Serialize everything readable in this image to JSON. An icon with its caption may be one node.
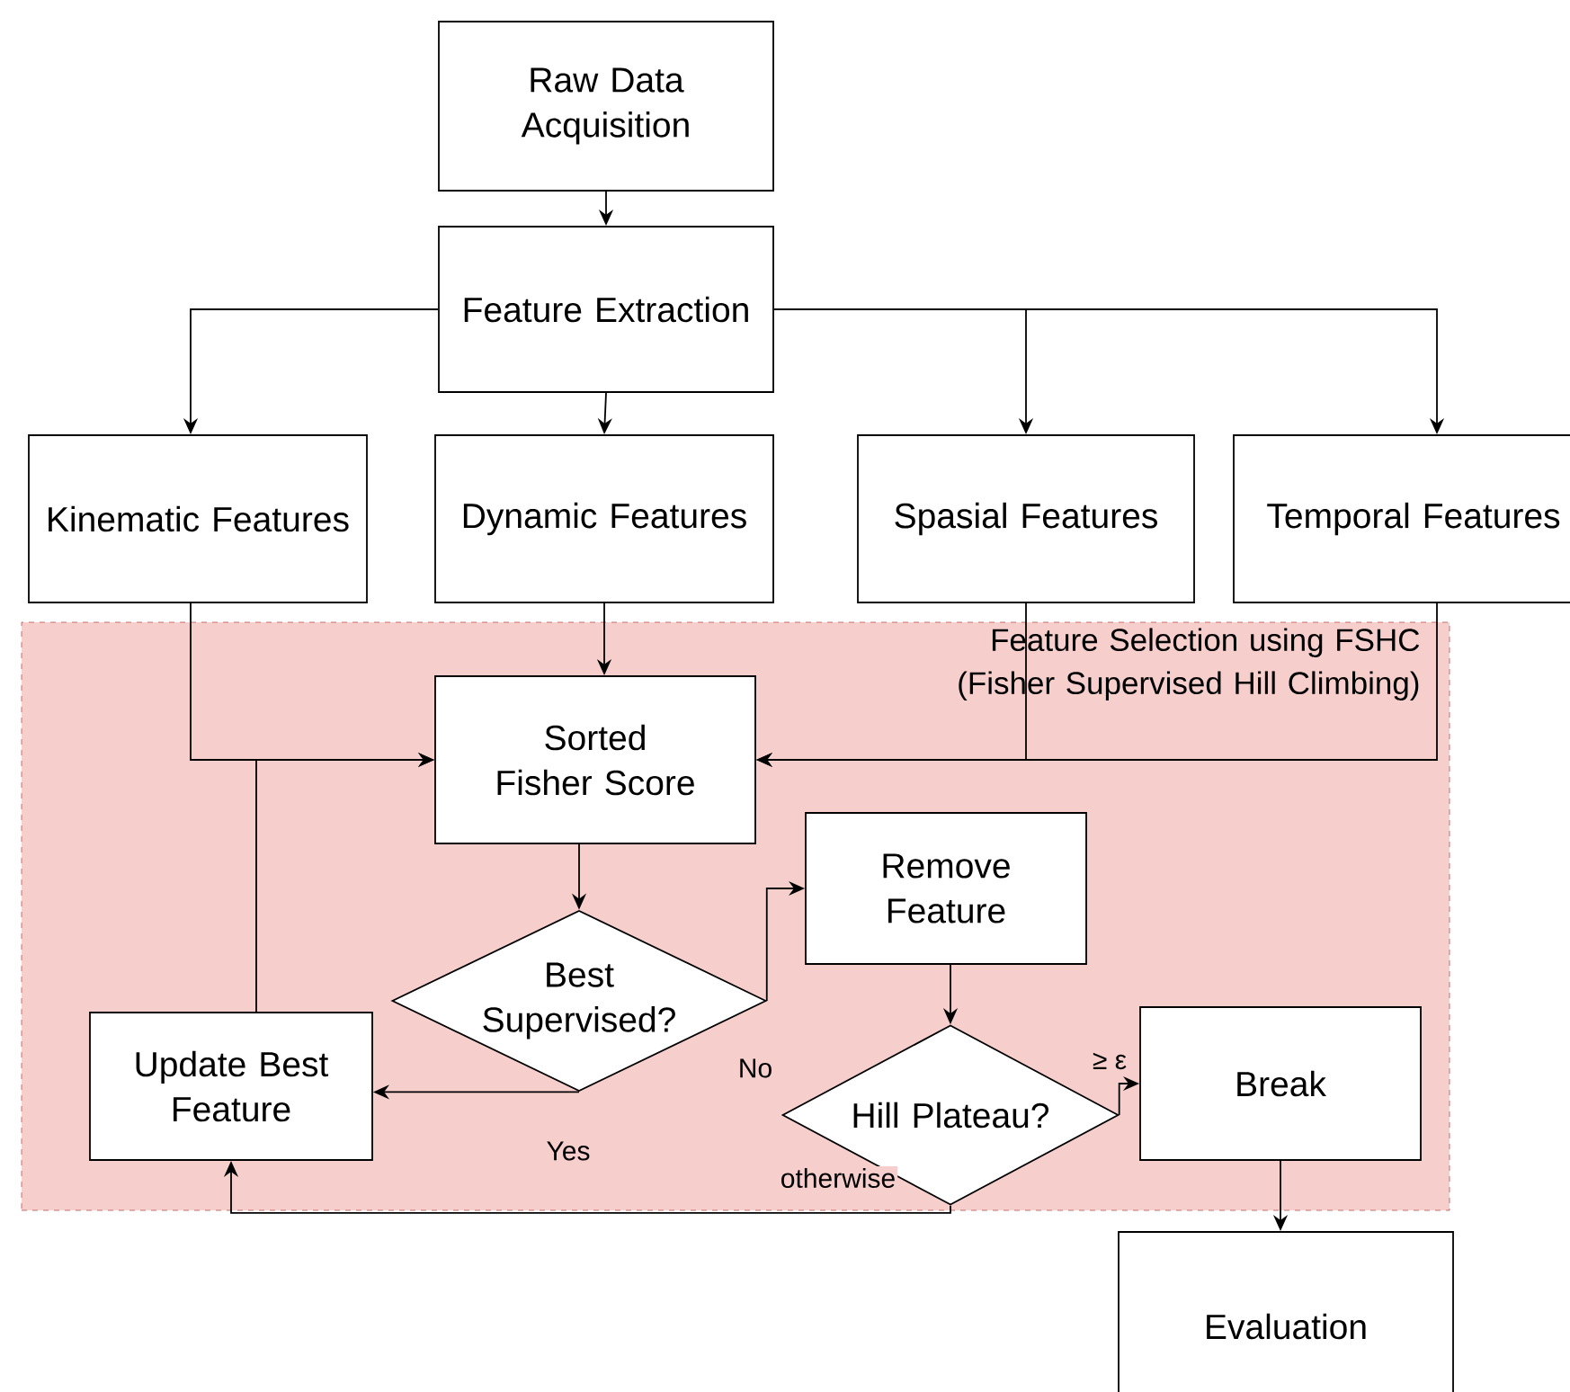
{
  "diagram": {
    "nodes": [
      {
        "text": [
          "Raw Data Acquisition"
        ]
      },
      {
        "text": [
          "Feature Extraction"
        ]
      },
      {
        "text": [
          "Kinematic Features"
        ]
      },
      {
        "text": [
          "Dynamic Features"
        ]
      },
      {
        "text": [
          "Spasial Features"
        ]
      },
      {
        "text": [
          "Temporal Features"
        ]
      },
      {
        "text": [
          "Feature Selection using FSHC (Fisher Supervised Hill Climbing)"
        ]
      },
      {
        "text": [
          "Sorted Fisher Score"
        ],
        "in": 6
      },
      {
        "text": [
          "Best Supervised?"
        ],
        "in": 6
      },
      {
        "text": [
          "Remove Feature"
        ],
        "in": 6
      },
      {
        "text": [
          "Update Best Feature"
        ],
        "in": 6
      },
      {
        "text": [
          "Hill Plateau?"
        ],
        "in": 6
      },
      {
        "text": [
          "Break"
        ],
        "in": 6
      },
      {
        "text": [
          "Evaluation"
        ]
      }
    ],
    "edges": [
      {
        "from": 0,
        "to": 1,
        "arrow": "to"
      },
      {
        "from": 1,
        "to": 2,
        "arrow": "to"
      },
      {
        "from": 1,
        "to": 3,
        "arrow": "to"
      },
      {
        "from": 1,
        "to": 4,
        "arrow": "to"
      },
      {
        "from": 1,
        "to": 5,
        "arrow": "to"
      },
      {
        "from": 2,
        "to": 7,
        "arrow": "to"
      },
      {
        "from": 3,
        "to": 7,
        "arrow": "to"
      },
      {
        "from": 4,
        "to": 7,
        "arrow": "to"
      },
      {
        "from": 5,
        "to": 7,
        "arrow": "to"
      },
      {
        "from": 10,
        "to": 7,
        "arrow": "to"
      },
      {
        "from": 7,
        "to": 8,
        "arrow": "to"
      },
      {
        "from": 8,
        "to": 9,
        "arrow": "to",
        "label": "No"
      },
      {
        "from": 8,
        "to": 10,
        "arrow": "to",
        "label": "Yes"
      },
      {
        "from": 9,
        "to": 11,
        "arrow": "to"
      },
      {
        "from": 11,
        "to": 12,
        "arrow": "to",
        "label": "≥ ε"
      },
      {
        "from": 11,
        "to": 10,
        "arrow": "to",
        "label": "otherwise"
      },
      {
        "from": 12,
        "to": 13,
        "arrow": "to"
      }
    ]
  }
}
